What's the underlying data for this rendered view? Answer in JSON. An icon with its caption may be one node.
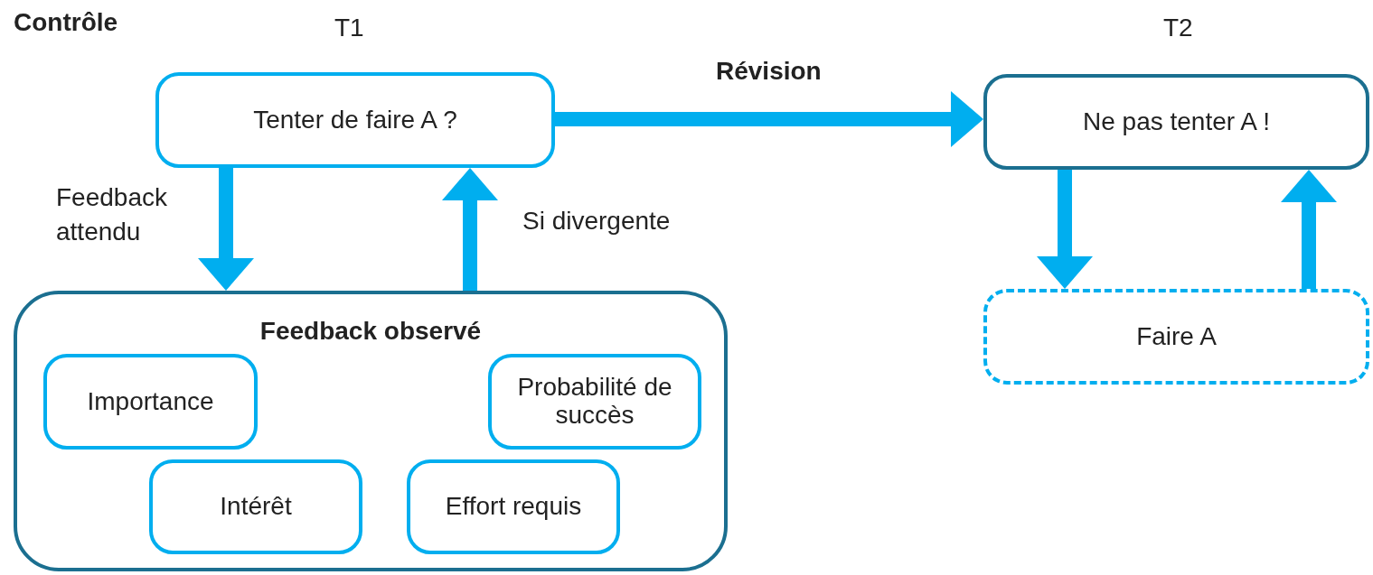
{
  "diagram": {
    "nodes": [
      {
        "text": [
          "Tenter de faire A ?"
        ],
        "beside": [
          "T1"
        ]
      },
      {
        "text": [
          "Ne pas tenter A !"
        ],
        "beside": [
          "T2"
        ]
      },
      {
        "text": [
          "Feedback observé"
        ]
      },
      {
        "text": [
          "Importance"
        ],
        "in": 2
      },
      {
        "text": [
          "Probabilité de succès"
        ],
        "in": 2
      },
      {
        "text": [
          "Intérêt"
        ],
        "in": 2
      },
      {
        "text": [
          "Effort requis"
        ],
        "in": 2
      },
      {
        "text": [
          "Faire A"
        ]
      }
    ],
    "edges": [
      {
        "from": 0,
        "to": 2,
        "arrow": "to",
        "label": "Feedback attendu"
      },
      {
        "from": 2,
        "to": 0,
        "arrow": "to",
        "label": "Si divergente"
      },
      {
        "from": 0,
        "to": 1,
        "arrow": "to",
        "label": "Révision"
      },
      {
        "from": 1,
        "to": 7,
        "arrow": "to"
      },
      {
        "from": 7,
        "to": 1,
        "arrow": "to"
      }
    ],
    "labels": [
      "Contrôle"
    ]
  }
}
